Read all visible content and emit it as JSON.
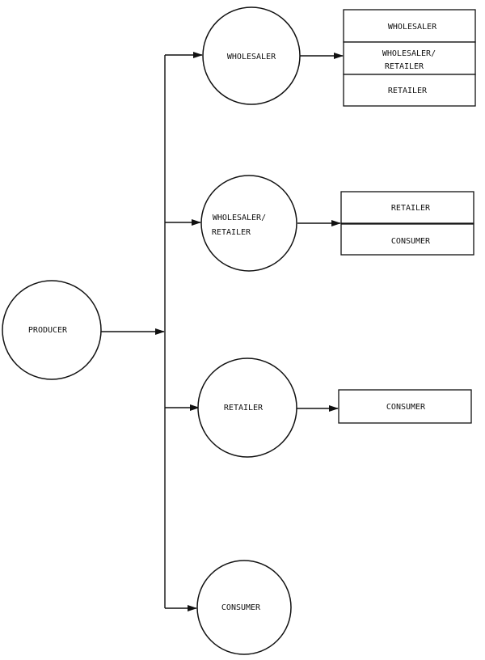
{
  "diagram": {
    "source": {
      "label": "PRODUCER"
    },
    "channels": [
      {
        "intermediary": {
          "label": [
            "WHOLESALER"
          ]
        },
        "destinations": [
          {
            "label": [
              "WHOLESALER"
            ]
          },
          {
            "label": [
              "WHOLESALER/",
              "RETAILER"
            ]
          },
          {
            "label": [
              "RETAILER"
            ]
          }
        ]
      },
      {
        "intermediary": {
          "label": [
            "WHOLESALER/",
            "RETAILER"
          ]
        },
        "destinations": [
          {
            "label": [
              "RETAILER"
            ]
          },
          {
            "label": [
              "CONSUMER"
            ]
          }
        ]
      },
      {
        "intermediary": {
          "label": [
            "RETAILER"
          ]
        },
        "destinations": [
          {
            "label": [
              "CONSUMER"
            ]
          }
        ]
      },
      {
        "intermediary": {
          "label": [
            "CONSUMER"
          ]
        },
        "destinations": []
      }
    ]
  }
}
